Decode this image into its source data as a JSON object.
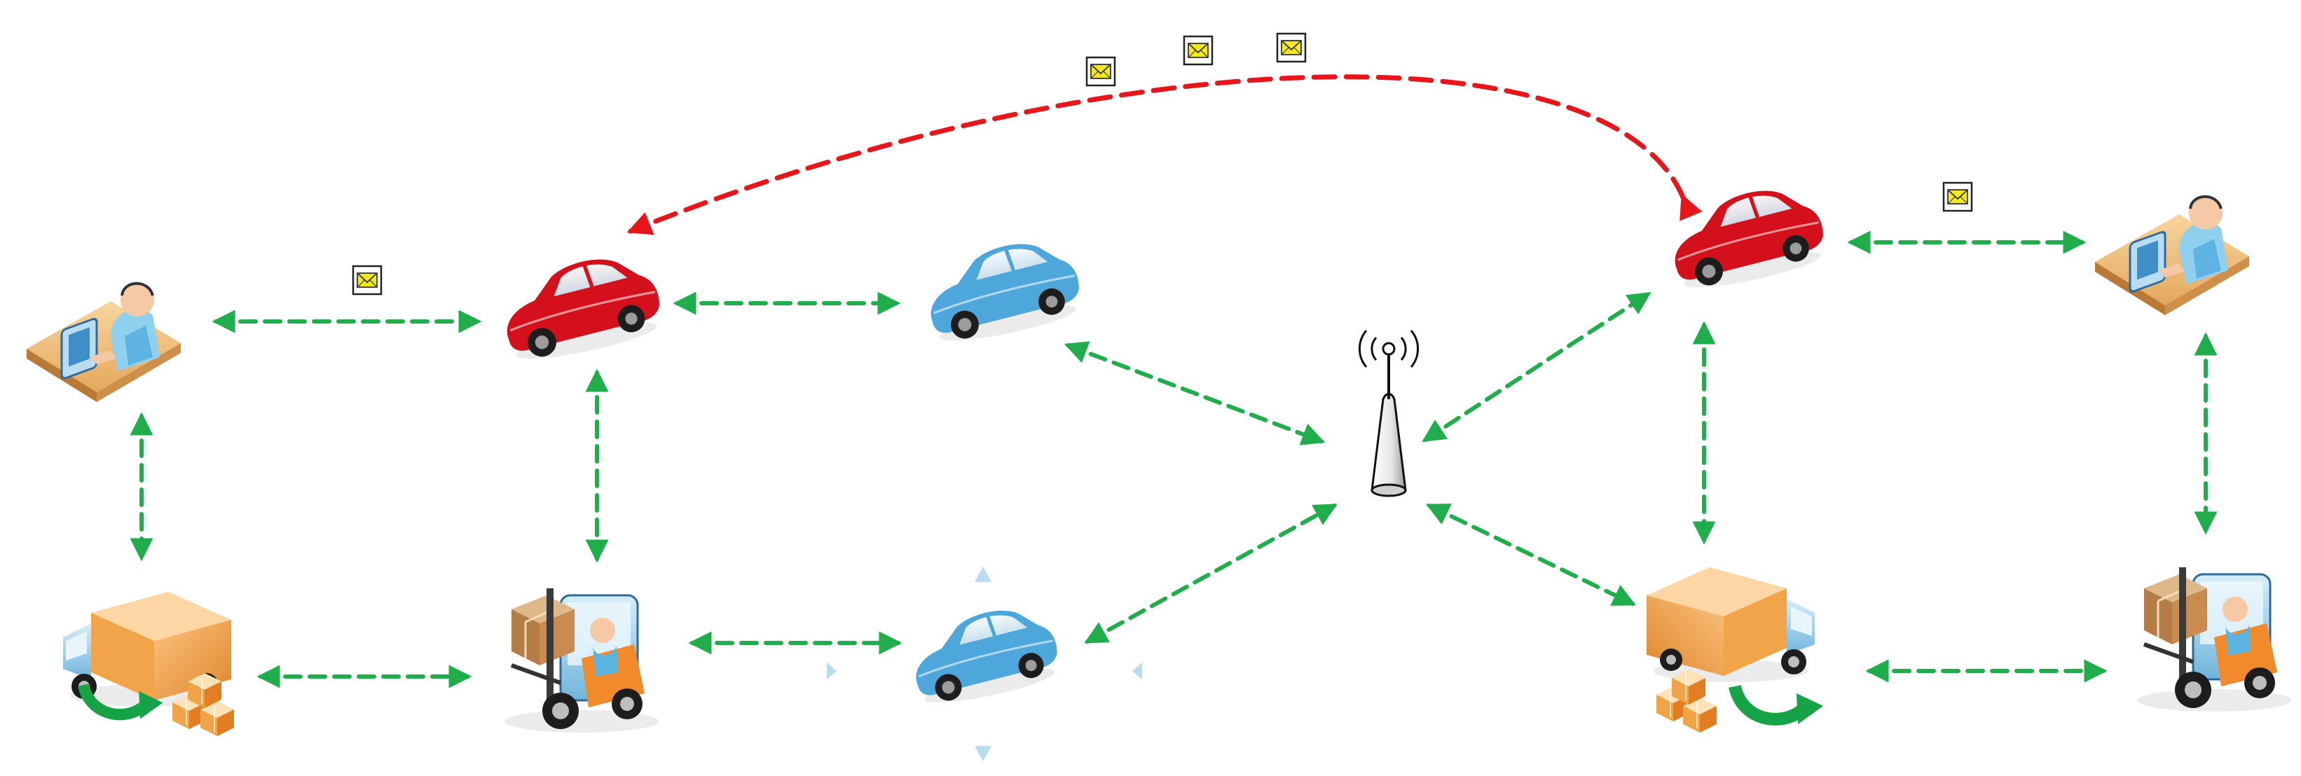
{
  "diagram": {
    "nodes": [
      {
        "id": "operator-left",
        "kind": "operator",
        "icon": "operator-at-computer-icon"
      },
      {
        "id": "red-car-left",
        "kind": "car",
        "color": "#d0101a",
        "icon": "red-car-icon"
      },
      {
        "id": "blue-car-top",
        "kind": "car",
        "color": "#3c9bd2",
        "icon": "blue-car-icon"
      },
      {
        "id": "antenna",
        "kind": "base-station",
        "icon": "antenna-tower-icon"
      },
      {
        "id": "red-car-right",
        "kind": "car",
        "color": "#d0101a",
        "icon": "red-car-icon"
      },
      {
        "id": "operator-right",
        "kind": "operator",
        "icon": "operator-at-computer-icon"
      },
      {
        "id": "truck-left",
        "kind": "truck",
        "icon": "delivery-truck-icon"
      },
      {
        "id": "forklift-left",
        "kind": "forklift",
        "icon": "forklift-icon"
      },
      {
        "id": "blue-car-bottom",
        "kind": "car",
        "color": "#3c9bd2",
        "icon": "blue-car-icon",
        "selected": true
      },
      {
        "id": "truck-right",
        "kind": "truck",
        "icon": "delivery-truck-icon"
      },
      {
        "id": "forklift-right",
        "kind": "forklift",
        "icon": "forklift-icon"
      }
    ],
    "links": [
      {
        "from": "operator-left",
        "to": "red-car-left",
        "style": "dashed-bidirectional"
      },
      {
        "from": "red-car-left",
        "to": "blue-car-top",
        "style": "dashed-bidirectional"
      },
      {
        "from": "blue-car-top",
        "to": "antenna",
        "style": "dashed-bidirectional"
      },
      {
        "from": "antenna",
        "to": "red-car-right",
        "style": "dashed-bidirectional"
      },
      {
        "from": "red-car-right",
        "to": "operator-right",
        "style": "dashed-bidirectional"
      },
      {
        "from": "operator-left",
        "to": "truck-left",
        "style": "dashed-bidirectional"
      },
      {
        "from": "red-car-left",
        "to": "forklift-left",
        "style": "dashed-bidirectional"
      },
      {
        "from": "truck-left",
        "to": "forklift-left",
        "style": "dashed-bidirectional"
      },
      {
        "from": "forklift-left",
        "to": "blue-car-bottom",
        "style": "dashed-bidirectional"
      },
      {
        "from": "blue-car-bottom",
        "to": "antenna",
        "style": "dashed-bidirectional"
      },
      {
        "from": "antenna",
        "to": "truck-right",
        "style": "dashed-bidirectional"
      },
      {
        "from": "red-car-right",
        "to": "truck-right",
        "style": "dashed-bidirectional"
      },
      {
        "from": "truck-right",
        "to": "forklift-right",
        "style": "dashed-bidirectional"
      },
      {
        "from": "operator-right",
        "to": "forklift-right",
        "style": "dashed-bidirectional"
      },
      {
        "from": "red-car-right",
        "to": "red-car-left",
        "style": "dashed-curved-directed"
      }
    ],
    "messages": [
      {
        "icon": "envelope-icon",
        "near": "operator-left-to-red-car-left"
      },
      {
        "icon": "envelope-icon",
        "near": "red-car-to-red-car"
      },
      {
        "icon": "envelope-icon",
        "near": "red-car-to-red-car"
      },
      {
        "icon": "envelope-icon",
        "near": "red-car-to-red-car"
      },
      {
        "icon": "envelope-icon",
        "near": "red-car-right-to-operator-right"
      }
    ],
    "colors": {
      "link": "#1fae4b",
      "v2v_link": "#e8161b",
      "envelope_fill": "#f3ea1e",
      "selection_handle": "#b9dcef"
    }
  }
}
